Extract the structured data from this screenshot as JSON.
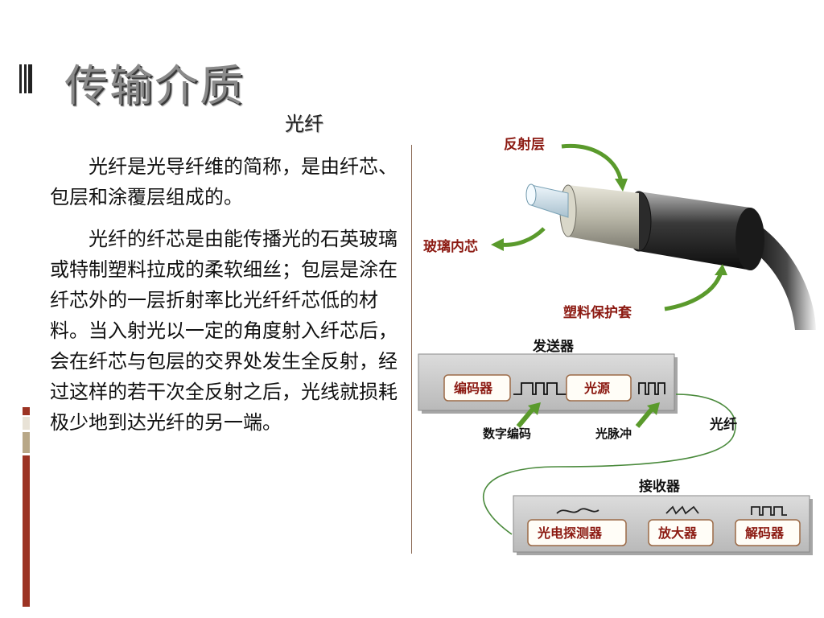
{
  "slide": {
    "title": "传输介质",
    "subtitle": "光纤"
  },
  "body": {
    "paragraphs": [
      "光纤是光导纤维的简称，是由纤芯、包层和涂覆层组成的。",
      "光纤的纤芯是由能传播光的石英玻璃或特制塑料拉成的柔软细丝；包层是涂在纤芯外的一层折射率比光纤纤芯低的材料。当入射光以一定的角度射入纤芯后，会在纤芯与包层的交界处发生全反射，经过这样的若干次全反射之后，光线就损耗极少地到达光纤的另一端。"
    ]
  },
  "cable": {
    "label_cladding": "反射层",
    "label_core": "玻璃内芯",
    "label_jacket": "塑料保护套"
  },
  "system": {
    "sender_title": "发送器",
    "encoder": "编码器",
    "light_source": "光源",
    "digital_code": "数字编码",
    "light_pulse": "光脉冲",
    "fiber": "光纤",
    "receiver_title": "接收器",
    "photodetector": "光电探测器",
    "amplifier": "放大器",
    "decoder": "解码器"
  },
  "colors": {
    "title_gray": "#8a8a8a",
    "accent_red": "#9c3323",
    "label_red": "#8c1a12",
    "arrow_green": "#5a9a2c"
  }
}
